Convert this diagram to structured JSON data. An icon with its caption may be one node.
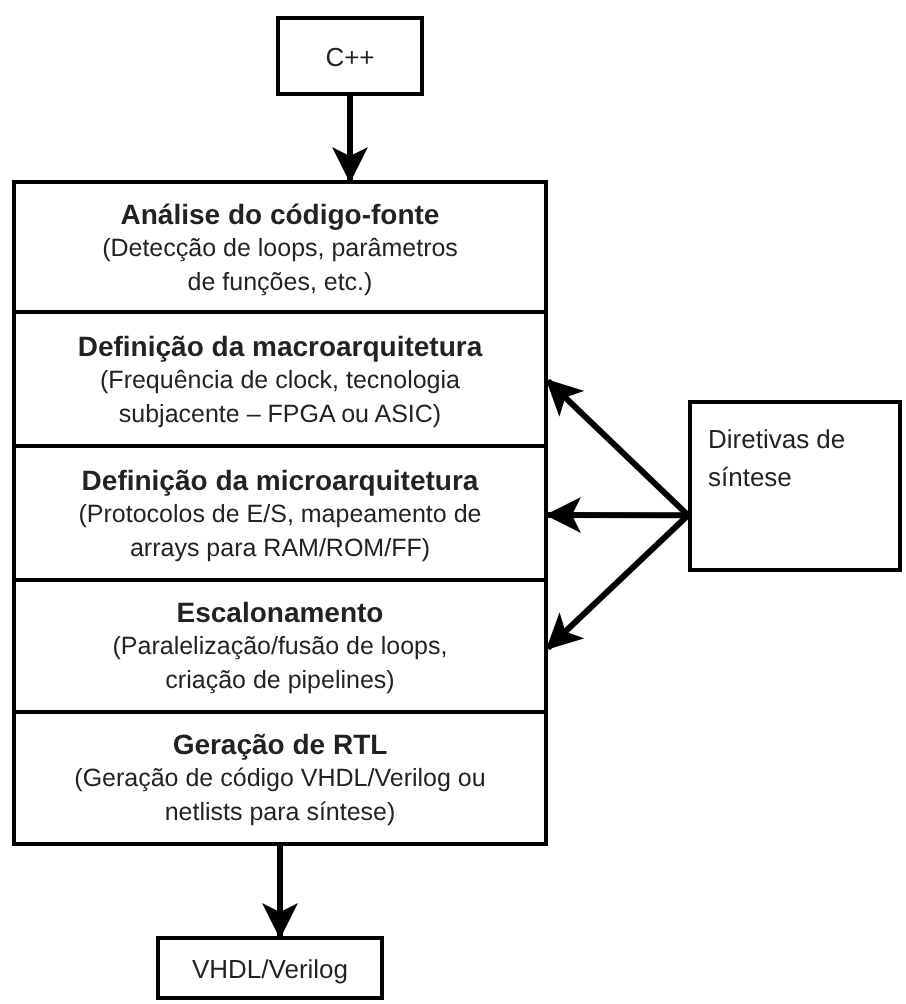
{
  "diagram": {
    "nodes": [
      {
        "text": [
          "C++"
        ]
      },
      {
        "text": [
          "Análise do código-fonte",
          "(Detecção de loops, parâmetros de funções, etc.)"
        ]
      },
      {
        "text": [
          "Definição da macroarquitetura",
          "(Frequência de clock, tecnologia subjacente – FPGA ou ASIC)"
        ]
      },
      {
        "text": [
          "Definição da microarquitetura",
          "(Protocolos de E/S, mapeamento de arrays para RAM/ROM/FF)"
        ]
      },
      {
        "text": [
          "Escalonamento",
          "(Paralelização/fusão de loops, criação de pipelines)"
        ]
      },
      {
        "text": [
          "Geração de RTL",
          "(Geração de código VHDL/Verilog ou netlists para síntese)"
        ]
      },
      {
        "text": [
          "VHDL/Verilog"
        ]
      },
      {
        "text": [
          "Diretivas de síntese"
        ]
      }
    ],
    "edges": [
      {
        "from": 0,
        "to": 1,
        "arrow": "to"
      },
      {
        "from": 5,
        "to": 6,
        "arrow": "to"
      },
      {
        "from": 7,
        "to": 2,
        "arrow": "to"
      },
      {
        "from": 7,
        "to": 3,
        "arrow": "to"
      },
      {
        "from": 7,
        "to": 4,
        "arrow": "to"
      }
    ]
  }
}
